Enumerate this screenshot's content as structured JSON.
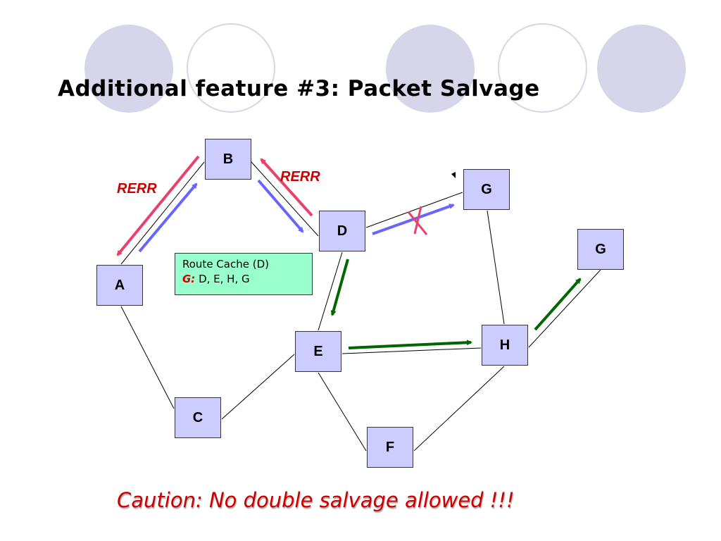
{
  "slide": {
    "title": "Additional feature #3: Packet Salvage",
    "caution": "Caution: No double salvage allowed !!!"
  },
  "colors": {
    "node_fill": "#ccccff",
    "rerr": "#e8426a",
    "forward": "#6666ff",
    "salvage": "#006600",
    "cache_fill": "#99ffcc",
    "accent_text": "#cc0000"
  },
  "nodes": [
    {
      "id": "A",
      "label": "A"
    },
    {
      "id": "B",
      "label": "B"
    },
    {
      "id": "C",
      "label": "C"
    },
    {
      "id": "D",
      "label": "D"
    },
    {
      "id": "E",
      "label": "E"
    },
    {
      "id": "F",
      "label": "F"
    },
    {
      "id": "G1",
      "label": "G"
    },
    {
      "id": "G2",
      "label": "G"
    },
    {
      "id": "H",
      "label": "H"
    }
  ],
  "links": [
    [
      "A",
      "B"
    ],
    [
      "B",
      "D"
    ],
    [
      "D",
      "G1"
    ],
    [
      "A",
      "C"
    ],
    [
      "C",
      "E"
    ],
    [
      "D",
      "E"
    ],
    [
      "E",
      "H"
    ],
    [
      "E",
      "F"
    ],
    [
      "F",
      "H"
    ],
    [
      "G1",
      "H"
    ],
    [
      "H",
      "G2"
    ]
  ],
  "labels": {
    "rerr_left": "RERR",
    "rerr_right": "RERR"
  },
  "route_cache": {
    "title": "Route Cache (D)",
    "key": "G:",
    "route": " D, E, H, G"
  },
  "broken_link": {
    "from": "D",
    "to": "G1",
    "marker": "x"
  },
  "arrows": [
    {
      "type": "rerr",
      "from": "B",
      "to": "A"
    },
    {
      "type": "forward",
      "from": "A",
      "to": "B"
    },
    {
      "type": "rerr",
      "from": "D",
      "to": "B"
    },
    {
      "type": "forward",
      "from": "B",
      "to": "D"
    },
    {
      "type": "forward",
      "from": "D",
      "to": "G1",
      "failed": true
    },
    {
      "type": "salvage",
      "from": "D",
      "to": "E"
    },
    {
      "type": "salvage",
      "from": "E",
      "to": "H"
    },
    {
      "type": "salvage",
      "from": "H",
      "to": "G2"
    }
  ]
}
